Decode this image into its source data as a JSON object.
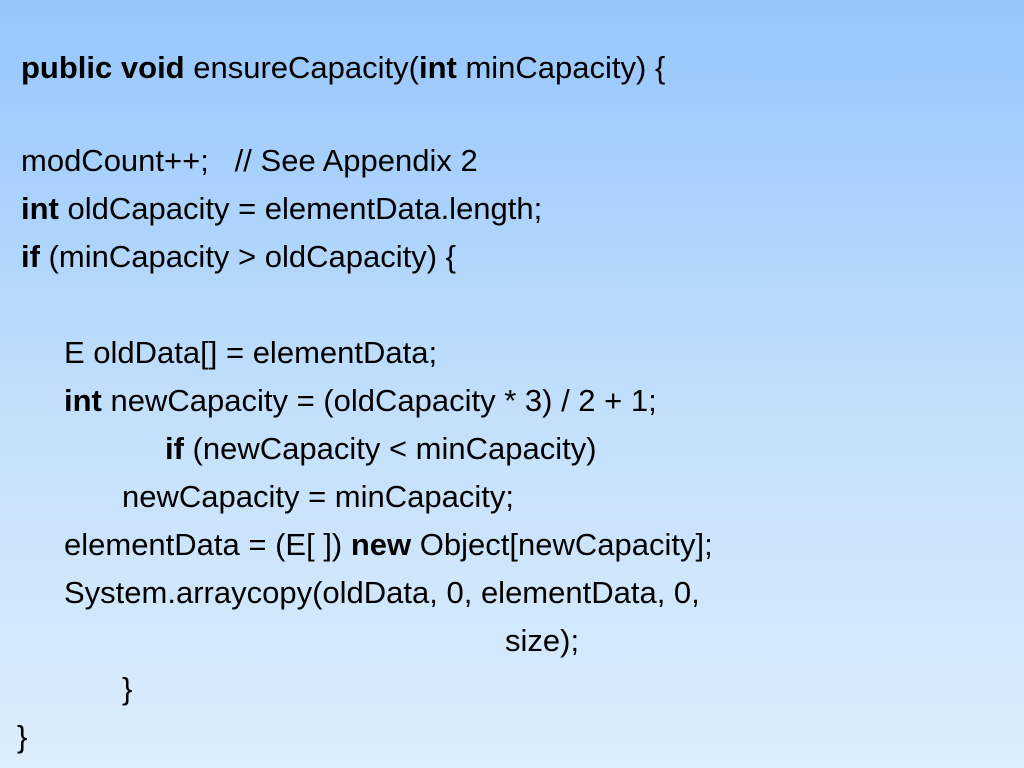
{
  "slide": {
    "background_gradient": [
      "#95c6fc",
      "#dcedfb"
    ],
    "code_lines": [
      {
        "kw1": "public void",
        "text1": " ensureCapacity(",
        "kw2": "int",
        "text2": " minCapacity) {"
      },
      {
        "text": "modCount++;   // See Appendix 2"
      },
      {
        "kw": "int",
        "text": " oldCapacity = elementData.length;"
      },
      {
        "kw": "if",
        "text": " (minCapacity > oldCapacity) {"
      },
      {
        "text": "E oldData[] = elementData;"
      },
      {
        "kw": "int",
        "text": " newCapacity = (oldCapacity * 3) / 2 + 1;"
      },
      {
        "kw": "if",
        "text": " (newCapacity < minCapacity)"
      },
      {
        "text": "newCapacity = minCapacity;"
      },
      {
        "text1": "elementData = (E[ ]) ",
        "kw": "new",
        "text2": " Object[newCapacity];"
      },
      {
        "text": "System.arraycopy(oldData, 0, elementData, 0,"
      },
      {
        "text": "size);"
      },
      {
        "text": "}"
      },
      {
        "text": "}"
      }
    ]
  }
}
